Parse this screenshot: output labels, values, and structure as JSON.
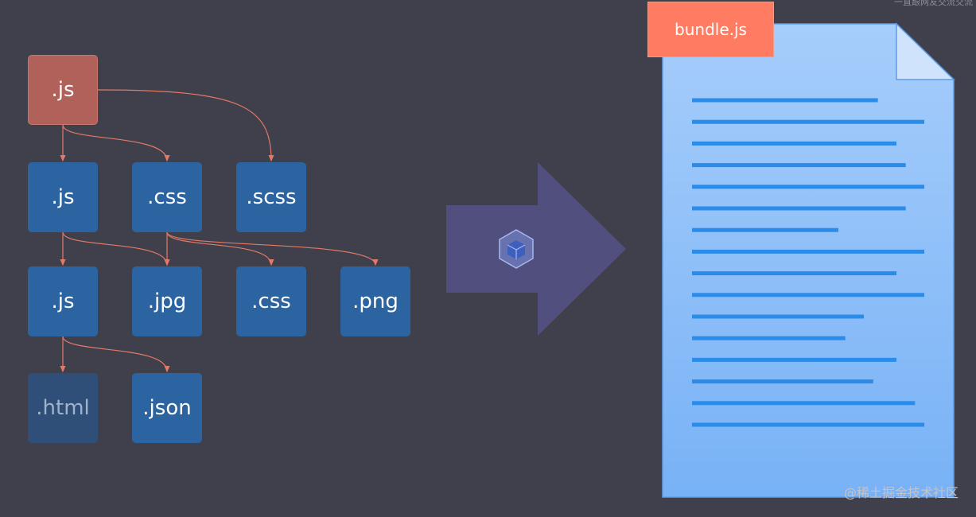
{
  "nodes": [
    {
      "id": "root-js",
      "label": ".js",
      "style": "root"
    },
    {
      "id": "js-2",
      "label": ".js",
      "style": "blue"
    },
    {
      "id": "css-1",
      "label": ".css",
      "style": "blue"
    },
    {
      "id": "scss",
      "label": ".scss",
      "style": "blue"
    },
    {
      "id": "js-3",
      "label": ".js",
      "style": "blue"
    },
    {
      "id": "jpg",
      "label": ".jpg",
      "style": "blue"
    },
    {
      "id": "css-2",
      "label": ".css",
      "style": "blue"
    },
    {
      "id": "png",
      "label": ".png",
      "style": "blue"
    },
    {
      "id": "html",
      "label": ".html",
      "style": "dim"
    },
    {
      "id": "json",
      "label": ".json",
      "style": "blue"
    }
  ],
  "edges": [
    [
      "root-js",
      "js-2"
    ],
    [
      "root-js",
      "css-1"
    ],
    [
      "root-js",
      "scss"
    ],
    [
      "js-2",
      "js-3"
    ],
    [
      "js-2",
      "jpg"
    ],
    [
      "css-1",
      "jpg"
    ],
    [
      "css-1",
      "css-2"
    ],
    [
      "css-1",
      "png"
    ],
    [
      "js-3",
      "html"
    ],
    [
      "js-3",
      "json"
    ]
  ],
  "bundle": {
    "filename": "bundle.js",
    "line_fractions": [
      0.8,
      1.0,
      0.88,
      0.92,
      1.0,
      0.92,
      0.63,
      1.0,
      0.88,
      1.0,
      0.74,
      0.66,
      0.88,
      0.78,
      0.96,
      1.0
    ]
  },
  "colors": {
    "background": "#40404c",
    "node_blue": "#2b64a0",
    "node_root": "#b0625a",
    "edge": "#e27a66",
    "arrow": "#514f7d",
    "document": "#8fbdf7",
    "document_lines": "#2a8be8",
    "tab": "#ff7b61"
  },
  "icons": {
    "transform": "webpack-cube-icon"
  },
  "watermark": {
    "top": "一直跟网友交流交流",
    "bottom": "@稀土掘金技术社区"
  }
}
